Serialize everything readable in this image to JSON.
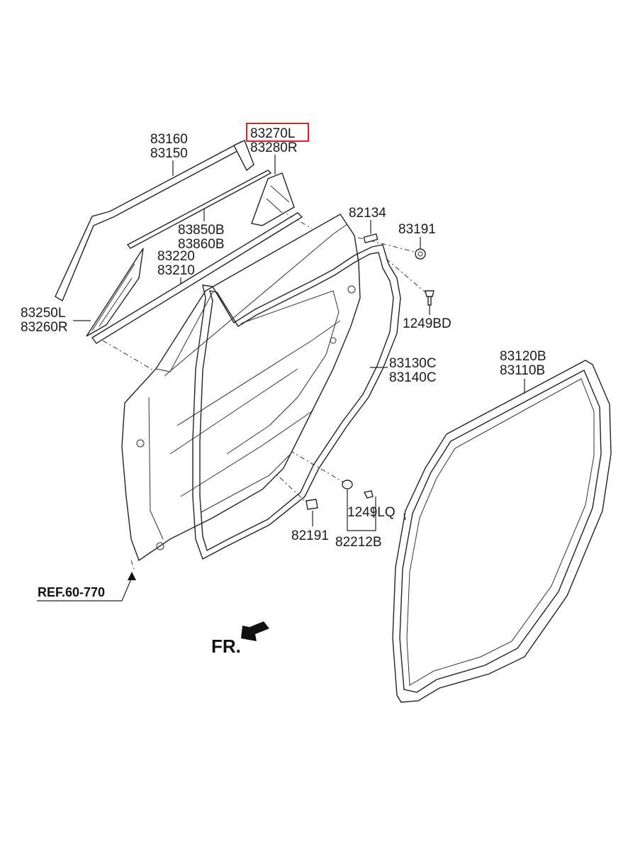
{
  "parts": {
    "p83160": "83160",
    "p83150": "83150",
    "p83270L": "83270L",
    "p83280R": "83280R",
    "p82134": "82134",
    "p83191": "83191",
    "p83850B": "83850B",
    "p83860B": "83860B",
    "p83220": "83220",
    "p83210": "83210",
    "p83250L": "83250L",
    "p83260R": "83260R",
    "p1249BD": "1249BD",
    "p83120B": "83120B",
    "p83110B": "83110B",
    "p83130C": "83130C",
    "p83140C": "83140C",
    "p1249LQ": "1249LQ",
    "p82191": "82191",
    "p82212B": "82212B"
  },
  "ref_label": "REF.60-770",
  "direction_label": "FR.",
  "highlight_color": "#e02020"
}
